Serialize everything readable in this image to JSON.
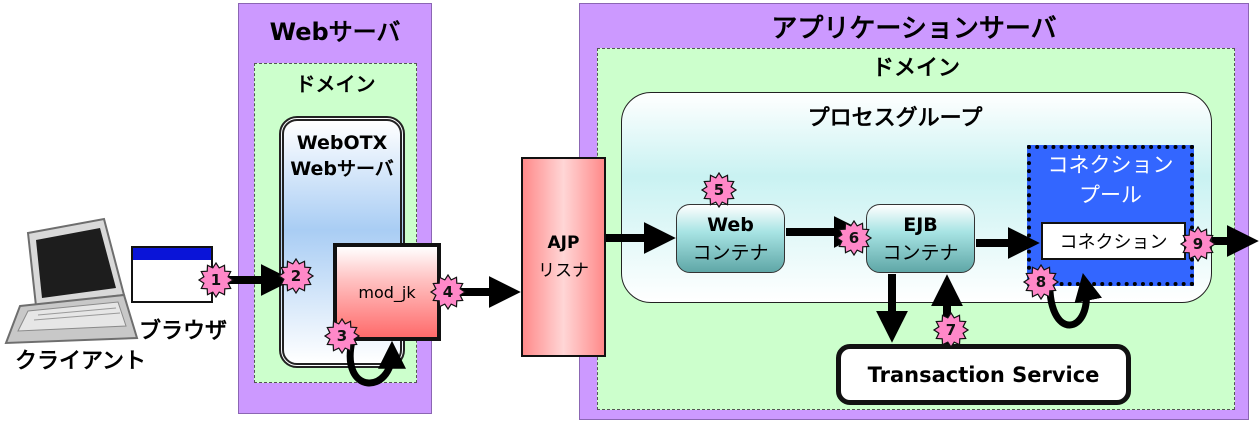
{
  "web_server": {
    "title": "Webサーバ",
    "domain_title": "ドメイン",
    "webotx_line1": "WebOTX",
    "webotx_line2": "Webサーバ",
    "mod_jk": "mod_jk"
  },
  "app_server": {
    "title": "アプリケーションサーバ",
    "domain_title": "ドメイン",
    "process_group": "プロセスグループ"
  },
  "ajp_listener": {
    "line1": "AJP",
    "line2": "リスナ"
  },
  "web_container": {
    "line1": "Web",
    "line2": "コンテナ"
  },
  "ejb_container": {
    "line1": "EJB",
    "line2": "コンテナ"
  },
  "connection_pool": {
    "line1": "コネクション",
    "line2": "プール",
    "connection": "コネクション"
  },
  "transaction_service": "Transaction Service",
  "client": {
    "browser_label": "ブラウザ",
    "client_label": "クライアント"
  },
  "steps": [
    "1",
    "2",
    "3",
    "4",
    "5",
    "6",
    "7",
    "8",
    "9"
  ],
  "colors": {
    "server_purple": "#cc99ff",
    "domain_green": "#ccffcc",
    "pool_blue": "#3366ff",
    "badge_pink": "#ff88c8",
    "browser_bar": "#0a14d8"
  },
  "icons": {
    "client": "laptop-icon",
    "browser": "browser-window-icon",
    "badge": "numbered-star-badge-icon"
  }
}
